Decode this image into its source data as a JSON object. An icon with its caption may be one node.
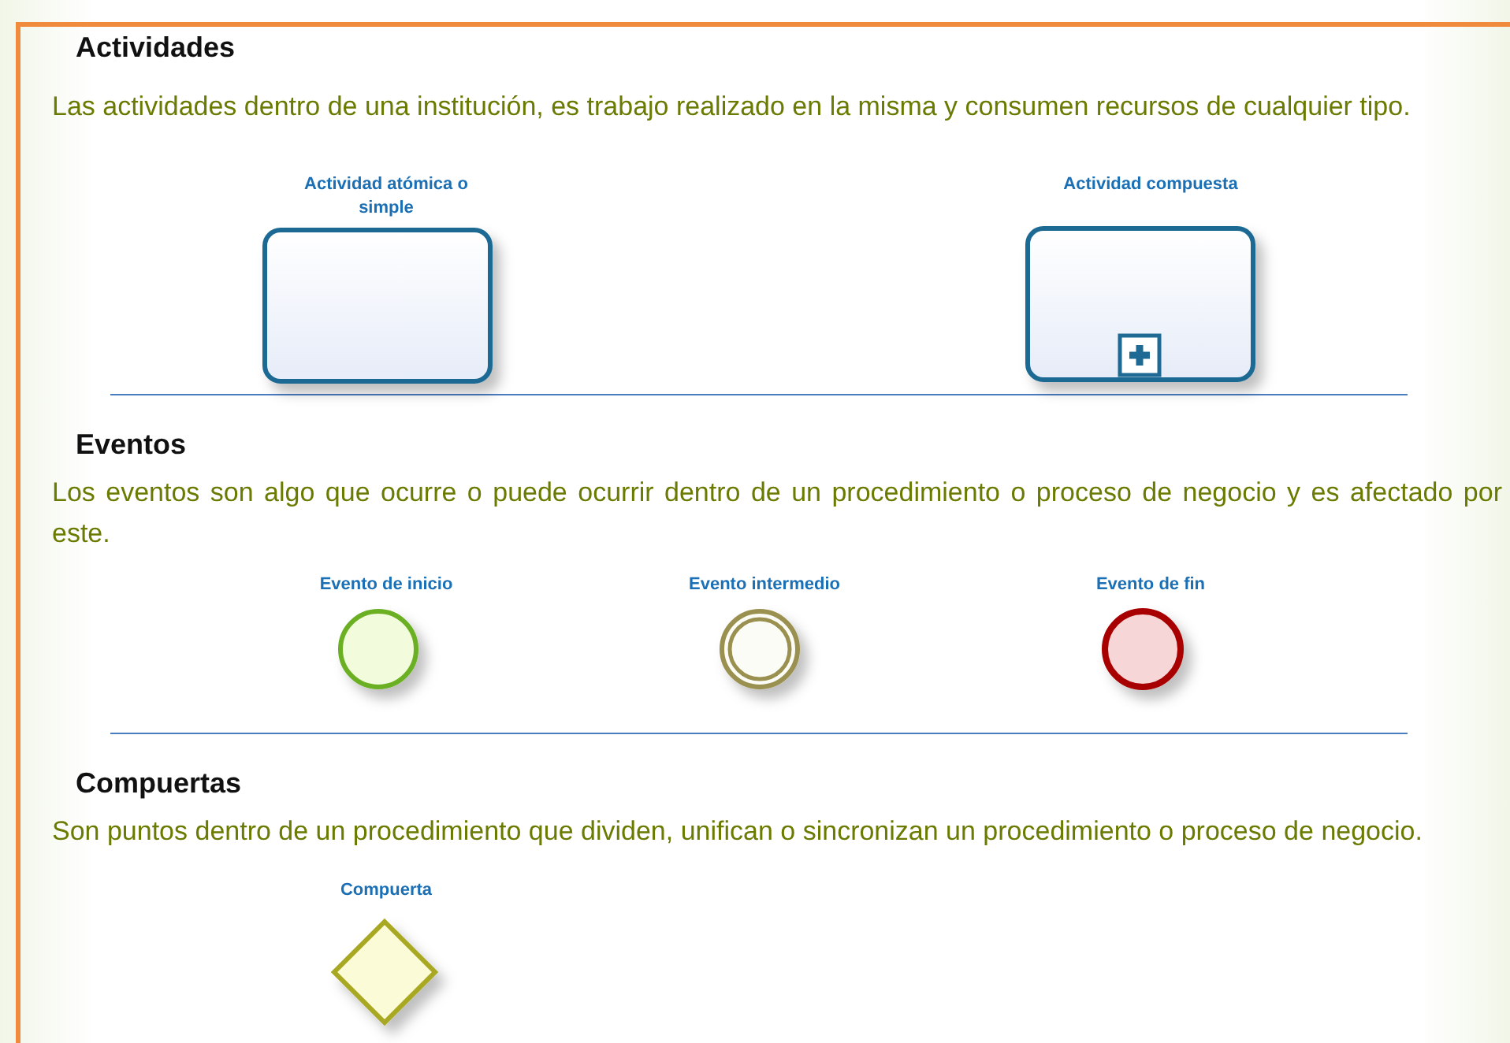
{
  "diagram": {
    "nodes": [
      {
        "text": [
          "Actividad atómica o simple"
        ]
      },
      {
        "text": [
          "Actividad compuesta"
        ]
      },
      {
        "text": [
          "Evento de inicio"
        ]
      },
      {
        "text": [
          "Evento intermedio"
        ]
      },
      {
        "text": [
          "Evento de fin"
        ]
      },
      {
        "text": [
          "Compuerta"
        ]
      }
    ],
    "edges": [],
    "labels": [
      "Actividades",
      "Las actividades dentro de una institución, es trabajo realizado en la misma y consumen recursos de cualquier tipo.",
      "Eventos",
      "Los eventos son algo que ocurre o puede ocurrir dentro de un procedimiento o proceso de negocio y es afectado por este.",
      "Compuertas",
      "Son puntos dentro de un procedimiento que dividen, unifican o sincronizan un procedimiento o proceso de negocio."
    ]
  }
}
